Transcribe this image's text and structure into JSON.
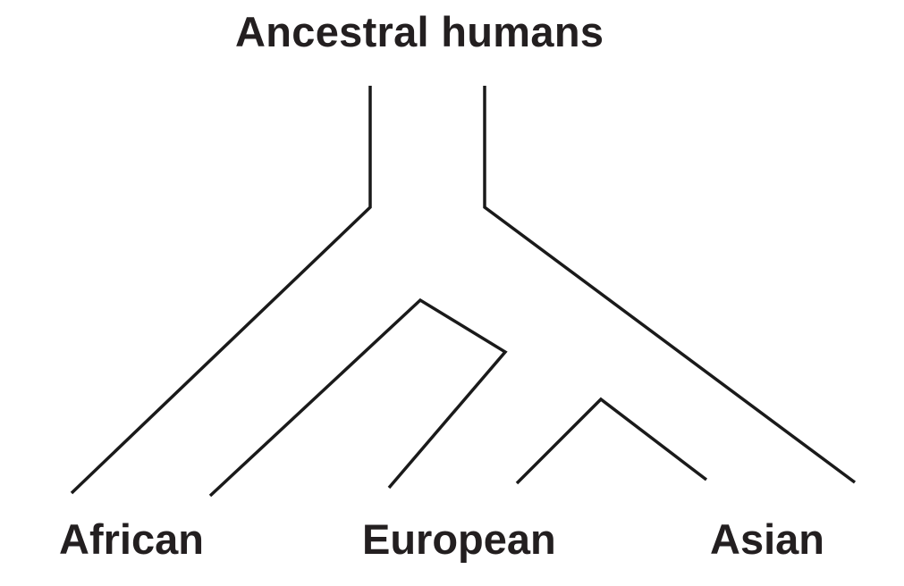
{
  "diagram": {
    "title": "Ancestral humans",
    "leaves": {
      "african": "African",
      "european": "European",
      "asian": "Asian"
    },
    "line_color": "#1a1a1a",
    "text_color": "#231f20"
  }
}
